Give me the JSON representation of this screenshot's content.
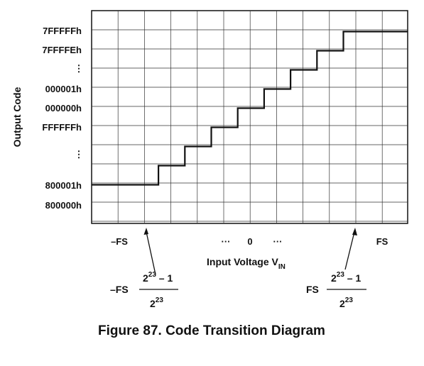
{
  "chart_data": {
    "type": "line",
    "title": "",
    "caption": "Figure 87.  Code Transition Diagram",
    "xlabel": "Input Voltage V",
    "xlabel_subscript": "IN",
    "ylabel": "Output Code",
    "x_tick_labels": {
      "left": "–FS",
      "left_dots": "···",
      "center": "0",
      "right_dots": "···",
      "right": "FS"
    },
    "y_tick_labels": [
      "7FFFFFh",
      "7FFFFEh",
      "⋮",
      "000001h",
      "000000h",
      "FFFFFFh",
      "⋮",
      "800001h",
      "800000h"
    ],
    "grid": true,
    "staircase": {
      "steps": 9,
      "x_transitions": [
        -3.5,
        -2.5,
        -1.5,
        -0.5,
        0.5,
        1.5,
        2.5,
        3.5
      ],
      "levels": [
        -4,
        -3,
        -2,
        -1,
        0,
        1,
        2,
        3,
        4
      ],
      "xlim": [
        -5,
        5
      ]
    },
    "annotations": [
      {
        "prefix": "–FS",
        "numerator_base": "2",
        "numerator_exp": "23",
        "numerator_suffix": " – 1",
        "denominator_base": "2",
        "denominator_exp": "23"
      },
      {
        "prefix": "FS",
        "numerator_base": "2",
        "numerator_exp": "23",
        "numerator_suffix": " – 1",
        "denominator_base": "2",
        "denominator_exp": "23"
      }
    ]
  }
}
